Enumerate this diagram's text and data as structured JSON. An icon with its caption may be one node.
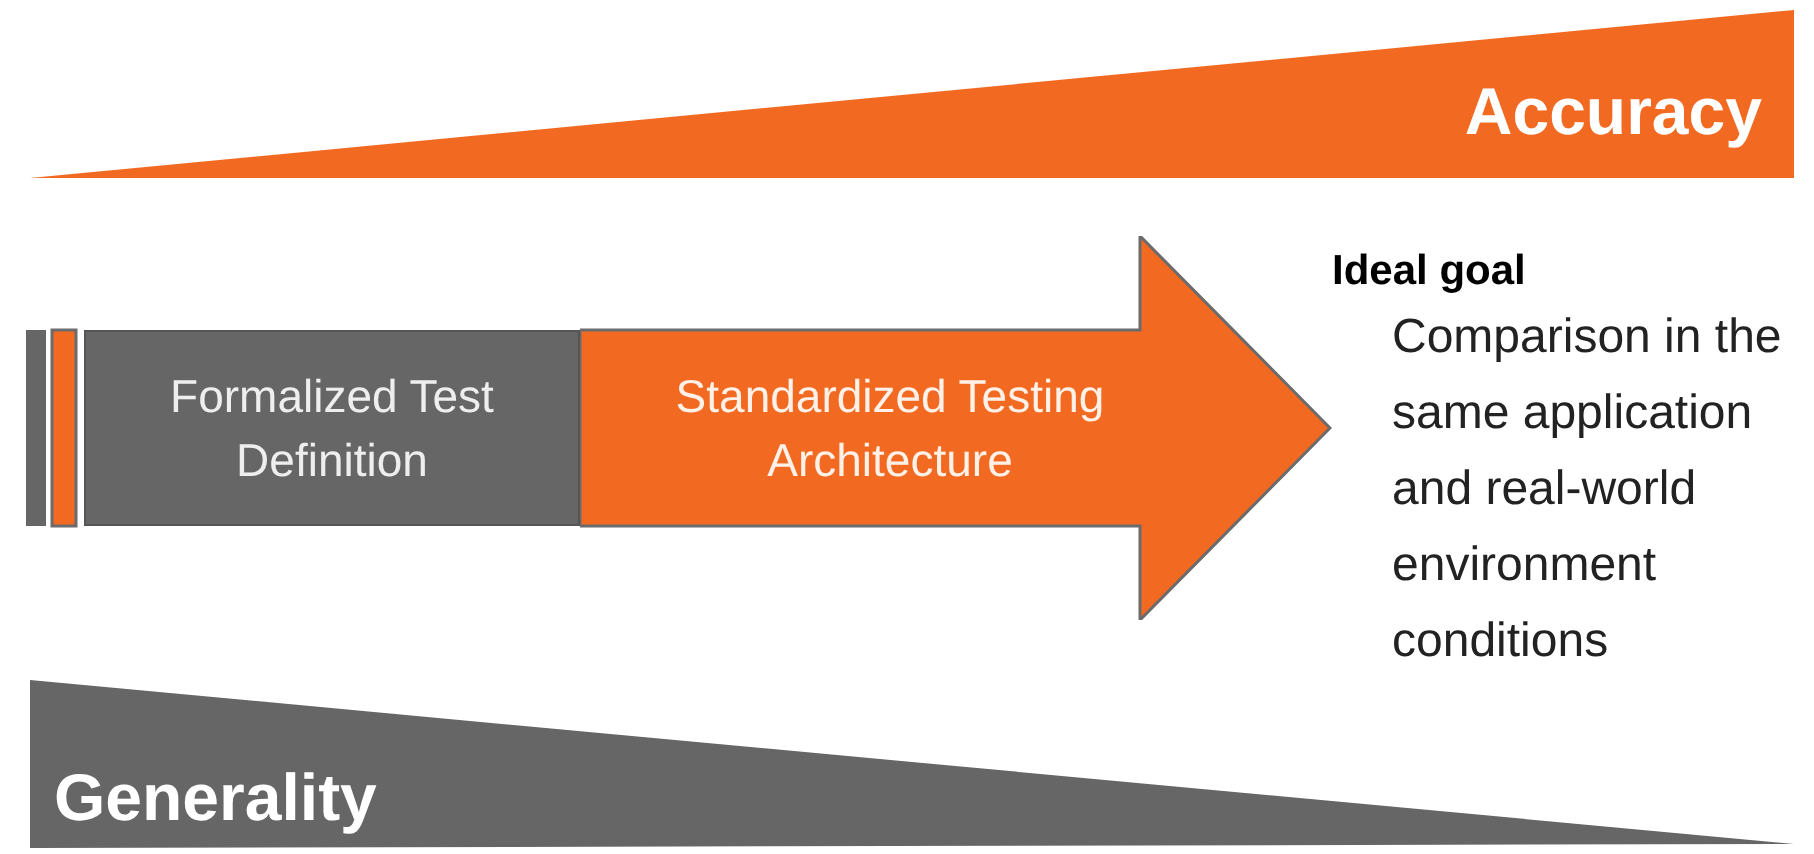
{
  "diagram": {
    "nodes": [
      {
        "text": [
          "Accuracy"
        ]
      },
      {
        "text": [
          "Formalized Test Definition"
        ]
      },
      {
        "text": [
          "Standardized Testing Architecture"
        ]
      },
      {
        "text": [
          "Ideal goal",
          "Comparison in the same application and real-world environment conditions"
        ]
      },
      {
        "text": [
          "Generality"
        ]
      }
    ]
  }
}
